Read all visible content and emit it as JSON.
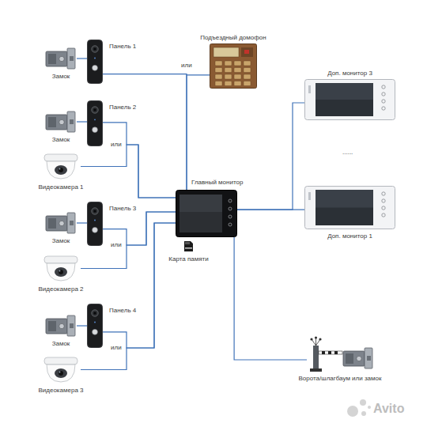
{
  "diagram": {
    "nodes": [
      {
        "text": [
          "Замок"
        ]
      },
      {
        "text": [
          "Панель 1"
        ]
      },
      {
        "text": [
          "Подъездный домофон"
        ]
      },
      {
        "text": [
          "Доп. монитор 3"
        ]
      },
      {
        "text": [
          "Замок"
        ]
      },
      {
        "text": [
          "Панель 2"
        ]
      },
      {
        "text": [
          "Видеокамера 1"
        ]
      },
      {
        "text": [
          "Главный монитор"
        ]
      },
      {
        "text": [
          "Карта памяти"
        ]
      },
      {
        "text": [
          "Доп. монитор 1"
        ]
      },
      {
        "text": [
          "Замок"
        ]
      },
      {
        "text": [
          "Панель 3"
        ]
      },
      {
        "text": [
          "Видеокамера 2"
        ]
      },
      {
        "text": [
          "Замок"
        ]
      },
      {
        "text": [
          "Панель 4"
        ]
      },
      {
        "text": [
          "Видеокамера 3"
        ]
      },
      {
        "text": [
          "Ворота/шлагбаум или замок"
        ]
      }
    ],
    "edges": [
      {
        "from": 0,
        "to": 1,
        "arrow": "none"
      },
      {
        "from": 1,
        "to": 7,
        "arrow": "none"
      },
      {
        "from": 2,
        "to": 7,
        "arrow": "none"
      },
      {
        "from": 4,
        "to": 5,
        "arrow": "none"
      },
      {
        "from": 5,
        "to": 7,
        "arrow": "none"
      },
      {
        "from": 6,
        "to": 7,
        "arrow": "none"
      },
      {
        "from": 10,
        "to": 11,
        "arrow": "none"
      },
      {
        "from": 11,
        "to": 7,
        "arrow": "none"
      },
      {
        "from": 12,
        "to": 7,
        "arrow": "none"
      },
      {
        "from": 13,
        "to": 14,
        "arrow": "none"
      },
      {
        "from": 14,
        "to": 7,
        "arrow": "none"
      },
      {
        "from": 15,
        "to": 7,
        "arrow": "none"
      },
      {
        "from": 7,
        "to": 9,
        "arrow": "none"
      },
      {
        "from": 7,
        "to": 3,
        "arrow": "none"
      },
      {
        "from": 7,
        "to": 16,
        "arrow": "none"
      }
    ],
    "labels": [
      "или",
      "или",
      "или",
      "или",
      "......",
      "Avito"
    ]
  }
}
